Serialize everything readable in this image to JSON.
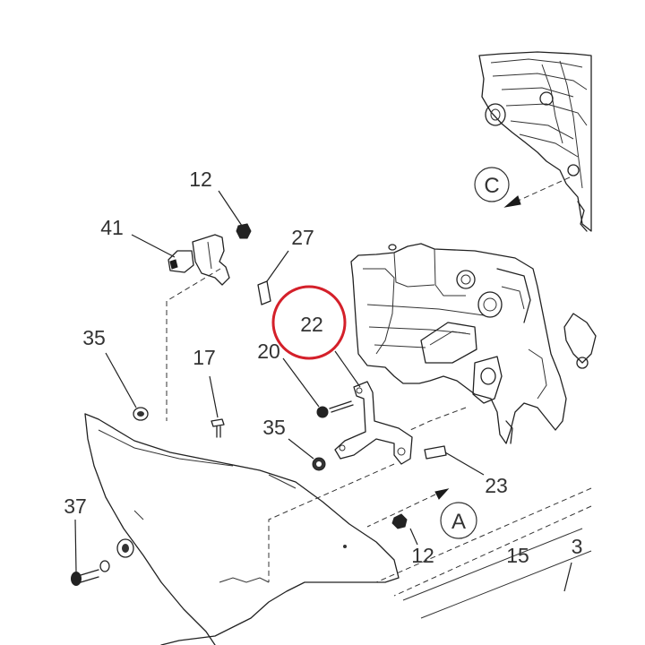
{
  "diagram": {
    "callouts": {
      "c12_top": "12",
      "c41": "41",
      "c27": "27",
      "c22": "22",
      "c20": "20",
      "c35_left": "35",
      "c17": "17",
      "c35_mid": "35",
      "c23": "23",
      "c37": "37",
      "c12_bottom": "12",
      "c15": "15",
      "c3": "3"
    },
    "view_markers": {
      "view_a": "A",
      "view_c": "C"
    },
    "highlight": {
      "target": "22",
      "color": "#d4202a"
    }
  }
}
